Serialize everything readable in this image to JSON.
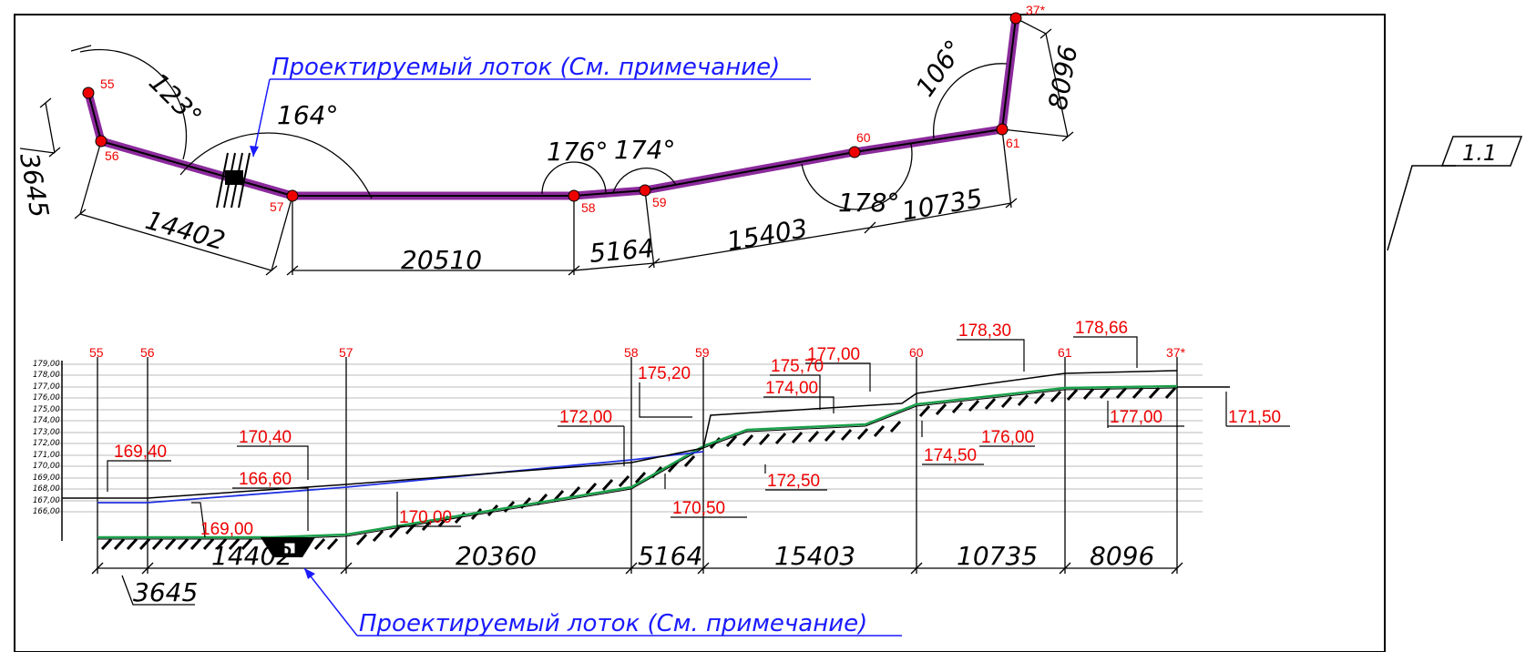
{
  "colors": {
    "route": "#8b2a9b",
    "note": "#1a1aff",
    "mark": "#e00000",
    "ground": "#1aa04a",
    "design": "#2030e0"
  },
  "plan": {
    "note": "Проектируемый лоток (См. примечание)",
    "points": [
      "55",
      "56",
      "57",
      "58",
      "59",
      "60",
      "61",
      "37*"
    ],
    "angles": [
      "123°",
      "164°",
      "176°",
      "174°",
      "178°",
      "106°"
    ],
    "lengths": [
      "3645",
      "14402",
      "20510",
      "5164",
      "15403",
      "10735",
      "8096"
    ]
  },
  "sheet_ref": "1.1",
  "profile": {
    "scale": [
      "179,00",
      "178,00",
      "177,00",
      "176,00",
      "175,00",
      "174,00",
      "173,00",
      "172,00",
      "171,00",
      "170,00",
      "169,00",
      "168,00",
      "167,00",
      "166,00"
    ],
    "stations": [
      "55",
      "56",
      "57",
      "58",
      "59",
      "60",
      "61",
      "37*"
    ],
    "elevations": [
      "169,40",
      "170,40",
      "166,60",
      "169,00",
      "170,00",
      "172,00",
      "175,20",
      "170,50",
      "172,50",
      "175,70",
      "174,00",
      "177,00",
      "174,50",
      "176,00",
      "178,30",
      "178,66",
      "177,00",
      "171,50"
    ],
    "segments": [
      "3645",
      "14402",
      "20360",
      "5164",
      "15403",
      "10735",
      "8096"
    ],
    "note": "Проектируемый лоток (См. примечание)"
  }
}
